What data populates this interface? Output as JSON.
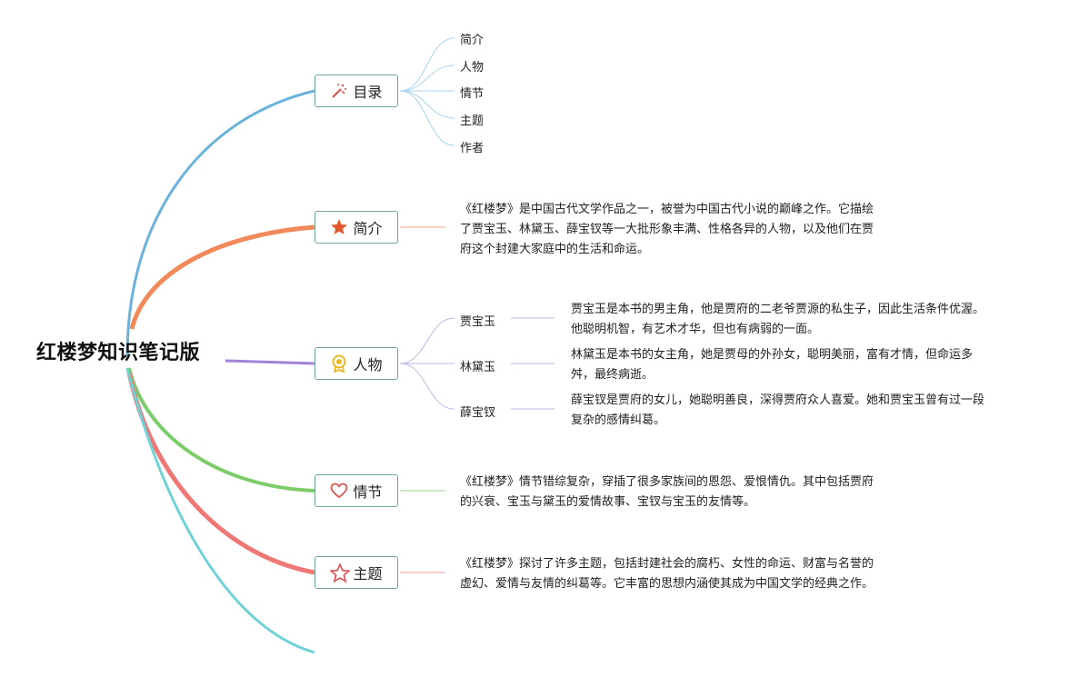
{
  "root": {
    "title": "红楼梦知识笔记版"
  },
  "branches": {
    "toc": {
      "label": "目录",
      "icon": "magic-wand-icon",
      "color": "#6bb3dc",
      "items": [
        "简介",
        "人物",
        "情节",
        "主题",
        "作者"
      ]
    },
    "intro": {
      "label": "简介",
      "icon": "star-filled-icon",
      "color": "#f2895a",
      "text": [
        "《红楼梦》是中国古代文学作品之一，被誉为中国古代小说的巅峰之作。它描绘",
        "了贾宝玉、林黛玉、薛宝钗等一大批形象丰满、性格各异的人物，以及他们在贾",
        "府这个封建大家庭中的生活和命运。"
      ]
    },
    "characters": {
      "label": "人物",
      "icon": "medal-icon",
      "color": "#a383d8",
      "people": [
        {
          "name": "贾宝玉",
          "desc": [
            "贾宝玉是本书的男主角，他是贾府的二老爷贾源的私生子，因此生活条件优渥。",
            "他聪明机智，有艺术才华，但也有病弱的一面。"
          ]
        },
        {
          "name": "林黛玉",
          "desc": [
            "林黛玉是本书的女主角，她是贾母的外孙女，聪明美丽，富有才情，但命运多",
            "舛，最终病逝。"
          ]
        },
        {
          "name": "薛宝钗",
          "desc": [
            "薛宝钗是贾府的女儿，她聪明善良，深得贾府众人喜爱。她和贾宝玉曾有过一段",
            "复杂的感情纠葛。"
          ]
        }
      ]
    },
    "plot": {
      "label": "情节",
      "icon": "heart-outline-icon",
      "color": "#7dcc6a",
      "text": [
        "《红楼梦》情节错综复杂，穿插了很多家族间的恩怨、爱恨情仇。其中包括贾府",
        "的兴衰、宝玉与黛玉的爱情故事、宝钗与宝玉的友情等。"
      ]
    },
    "theme": {
      "label": "主题",
      "icon": "star-outline-icon",
      "color": "#ef7877",
      "text": [
        "《红楼梦》探讨了许多主题，包括封建社会的腐朽、女性的命运、财富与名誉的",
        "虚幻、爱情与友情的纠葛等。它丰富的思想内涵使其成为中国文学的经典之作。"
      ]
    },
    "author": {
      "color": "#6fd3d6"
    }
  }
}
